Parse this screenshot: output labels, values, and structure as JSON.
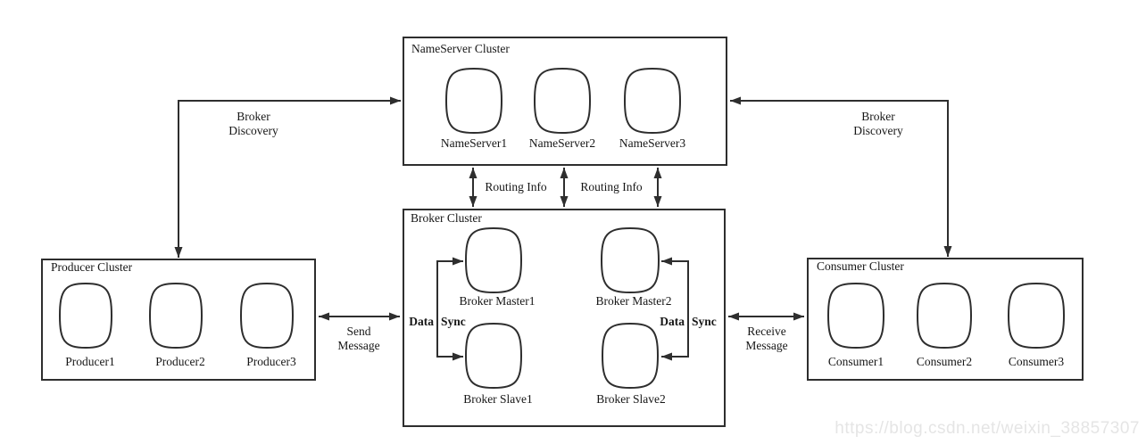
{
  "diagram": {
    "clusters": {
      "nameserver": {
        "title": "NameServer Cluster",
        "nodes": [
          {
            "label": "NameServer1"
          },
          {
            "label": "NameServer2"
          },
          {
            "label": "NameServer3"
          }
        ]
      },
      "broker": {
        "title": "Broker Cluster",
        "nodes": [
          {
            "label": "Broker Master1"
          },
          {
            "label": "Broker Master2"
          },
          {
            "label": "Broker Slave1"
          },
          {
            "label": "Broker Slave2"
          }
        ]
      },
      "producer": {
        "title": "Producer Cluster",
        "nodes": [
          {
            "label": "Producer1"
          },
          {
            "label": "Producer2"
          },
          {
            "label": "Producer3"
          }
        ]
      },
      "consumer": {
        "title": "Consumer Cluster",
        "nodes": [
          {
            "label": "Consumer1"
          },
          {
            "label": "Consumer2"
          },
          {
            "label": "Consumer3"
          }
        ]
      }
    },
    "edges": {
      "broker_discovery_left": {
        "line1": "Broker",
        "line2": "Discovery"
      },
      "broker_discovery_right": {
        "line1": "Broker",
        "line2": "Discovery"
      },
      "routing_info_left": {
        "label": "Routing Info"
      },
      "routing_info_right": {
        "label": "Routing Info"
      },
      "send_message": {
        "line1": "Send",
        "line2": "Message"
      },
      "receive_message": {
        "line1": "Receive",
        "line2": "Message"
      },
      "data_sync_left": {
        "word1": "Data",
        "word2": "Sync"
      },
      "data_sync_right": {
        "word1": "Data",
        "word2": "Sync"
      }
    }
  },
  "watermark": {
    "text": "https://blog.csdn.net/weixin_38857307"
  },
  "colors": {
    "background": "#ffffff",
    "line": "#2e2e2e",
    "text": "#161616",
    "watermark": "#e5e5e5"
  }
}
